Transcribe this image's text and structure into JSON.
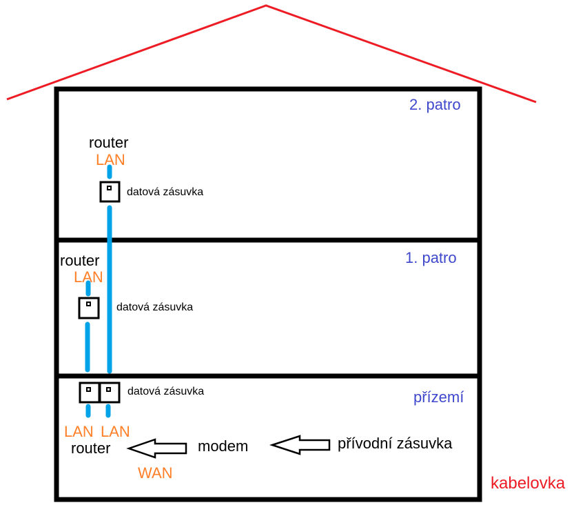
{
  "colors": {
    "roof": "#ed1c24",
    "walls": "#000000",
    "cable": "#00a2e8",
    "floor_label": "#3f48cc",
    "lan_label": "#ff7f27",
    "provider_label": "#ed1c24"
  },
  "floors": {
    "top": {
      "name": "2. patro",
      "router": "router",
      "lan": "LAN",
      "socket": "datová zásuvka"
    },
    "middle": {
      "name": "1. patro",
      "router": "router",
      "lan": "LAN",
      "socket": "datová zásuvka"
    },
    "ground": {
      "name": "přízemí",
      "socket": "datová zásuvka",
      "lan_left": "LAN",
      "lan_right": "LAN",
      "router": "router",
      "wan": "WAN",
      "modem": "modem",
      "inlet": "přívodní zásuvka"
    }
  },
  "provider": "kabelovka"
}
